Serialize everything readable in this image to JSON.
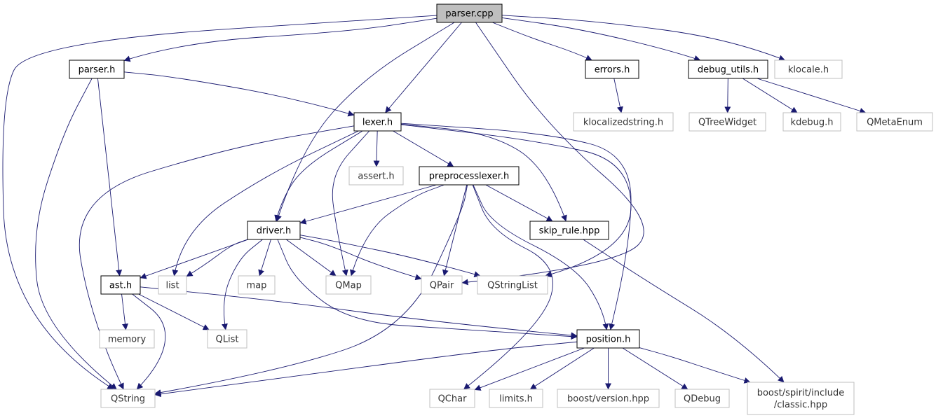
{
  "graph": {
    "nodes": [
      {
        "id": "parser_cpp",
        "label": "parser.cpp",
        "style": "root"
      },
      {
        "id": "parser_h",
        "label": "parser.h",
        "style": "file"
      },
      {
        "id": "errors_h",
        "label": "errors.h",
        "style": "file"
      },
      {
        "id": "debug_utils_h",
        "label": "debug_utils.h",
        "style": "file"
      },
      {
        "id": "klocale_h",
        "label": "klocale.h",
        "style": "external"
      },
      {
        "id": "lexer_h",
        "label": "lexer.h",
        "style": "file"
      },
      {
        "id": "klocalizedstring_h",
        "label": "klocalizedstring.h",
        "style": "external"
      },
      {
        "id": "qtreewidget",
        "label": "QTreeWidget",
        "style": "external"
      },
      {
        "id": "kdebug_h",
        "label": "kdebug.h",
        "style": "external"
      },
      {
        "id": "qmetaenum",
        "label": "QMetaEnum",
        "style": "external"
      },
      {
        "id": "assert_h",
        "label": "assert.h",
        "style": "external"
      },
      {
        "id": "preprocesslexer_h",
        "label": "preprocesslexer.h",
        "style": "file"
      },
      {
        "id": "driver_h",
        "label": "driver.h",
        "style": "file"
      },
      {
        "id": "skip_rule_hpp",
        "label": "skip_rule.hpp",
        "style": "file"
      },
      {
        "id": "ast_h",
        "label": "ast.h",
        "style": "file"
      },
      {
        "id": "list",
        "label": "list",
        "style": "external"
      },
      {
        "id": "map",
        "label": "map",
        "style": "external"
      },
      {
        "id": "qmap",
        "label": "QMap",
        "style": "external"
      },
      {
        "id": "qpair",
        "label": "QPair",
        "style": "external"
      },
      {
        "id": "qstringlist",
        "label": "QStringList",
        "style": "external"
      },
      {
        "id": "memory",
        "label": "memory",
        "style": "external"
      },
      {
        "id": "qlist",
        "label": "QList",
        "style": "external"
      },
      {
        "id": "position_h",
        "label": "position.h",
        "style": "file"
      },
      {
        "id": "qstring",
        "label": "QString",
        "style": "external"
      },
      {
        "id": "qchar",
        "label": "QChar",
        "style": "external"
      },
      {
        "id": "limits_h",
        "label": "limits.h",
        "style": "external"
      },
      {
        "id": "boost_version_hpp",
        "label": "boost/version.hpp",
        "style": "external"
      },
      {
        "id": "qdebug",
        "label": "QDebug",
        "style": "external"
      },
      {
        "id": "boost_spirit_classic_hpp",
        "label": "boost/spirit/include\n/classic.hpp",
        "style": "external"
      }
    ],
    "edges": [
      [
        "parser_cpp",
        "parser_h"
      ],
      [
        "parser_cpp",
        "qstring"
      ],
      [
        "parser_cpp",
        "lexer_h"
      ],
      [
        "parser_cpp",
        "driver_h"
      ],
      [
        "parser_cpp",
        "qpair"
      ],
      [
        "parser_cpp",
        "errors_h"
      ],
      [
        "parser_cpp",
        "debug_utils_h"
      ],
      [
        "parser_cpp",
        "klocale_h"
      ],
      [
        "parser_h",
        "lexer_h"
      ],
      [
        "parser_h",
        "ast_h"
      ],
      [
        "parser_h",
        "qstring"
      ],
      [
        "errors_h",
        "klocalizedstring_h"
      ],
      [
        "debug_utils_h",
        "qtreewidget"
      ],
      [
        "debug_utils_h",
        "kdebug_h"
      ],
      [
        "debug_utils_h",
        "qmetaenum"
      ],
      [
        "lexer_h",
        "assert_h"
      ],
      [
        "lexer_h",
        "preprocesslexer_h"
      ],
      [
        "lexer_h",
        "driver_h"
      ],
      [
        "lexer_h",
        "skip_rule_hpp"
      ],
      [
        "lexer_h",
        "list"
      ],
      [
        "lexer_h",
        "qmap"
      ],
      [
        "lexer_h",
        "qstring"
      ],
      [
        "lexer_h",
        "qstringlist"
      ],
      [
        "lexer_h",
        "position_h"
      ],
      [
        "preprocesslexer_h",
        "driver_h"
      ],
      [
        "preprocesslexer_h",
        "skip_rule_hpp"
      ],
      [
        "preprocesslexer_h",
        "qmap"
      ],
      [
        "preprocesslexer_h",
        "qpair"
      ],
      [
        "preprocesslexer_h",
        "qstring"
      ],
      [
        "preprocesslexer_h",
        "qchar"
      ],
      [
        "preprocesslexer_h",
        "position_h"
      ],
      [
        "driver_h",
        "ast_h"
      ],
      [
        "driver_h",
        "list"
      ],
      [
        "driver_h",
        "map"
      ],
      [
        "driver_h",
        "qmap"
      ],
      [
        "driver_h",
        "qpair"
      ],
      [
        "driver_h",
        "qstringlist"
      ],
      [
        "driver_h",
        "qlist"
      ],
      [
        "driver_h",
        "position_h"
      ],
      [
        "skip_rule_hpp",
        "boost_spirit_classic_hpp"
      ],
      [
        "ast_h",
        "memory"
      ],
      [
        "ast_h",
        "qlist"
      ],
      [
        "ast_h",
        "qstring"
      ],
      [
        "ast_h",
        "position_h"
      ],
      [
        "position_h",
        "qstring"
      ],
      [
        "position_h",
        "qchar"
      ],
      [
        "position_h",
        "limits_h"
      ],
      [
        "position_h",
        "boost_version_hpp"
      ],
      [
        "position_h",
        "qdebug"
      ],
      [
        "position_h",
        "boost_spirit_classic_hpp"
      ]
    ]
  },
  "colors": {
    "edge": "#191970",
    "root_fill": "#bfbfbf",
    "root_border": "#000000",
    "file_border": "#000000",
    "external_border": "#bfbfbf",
    "background": "#ffffff"
  }
}
